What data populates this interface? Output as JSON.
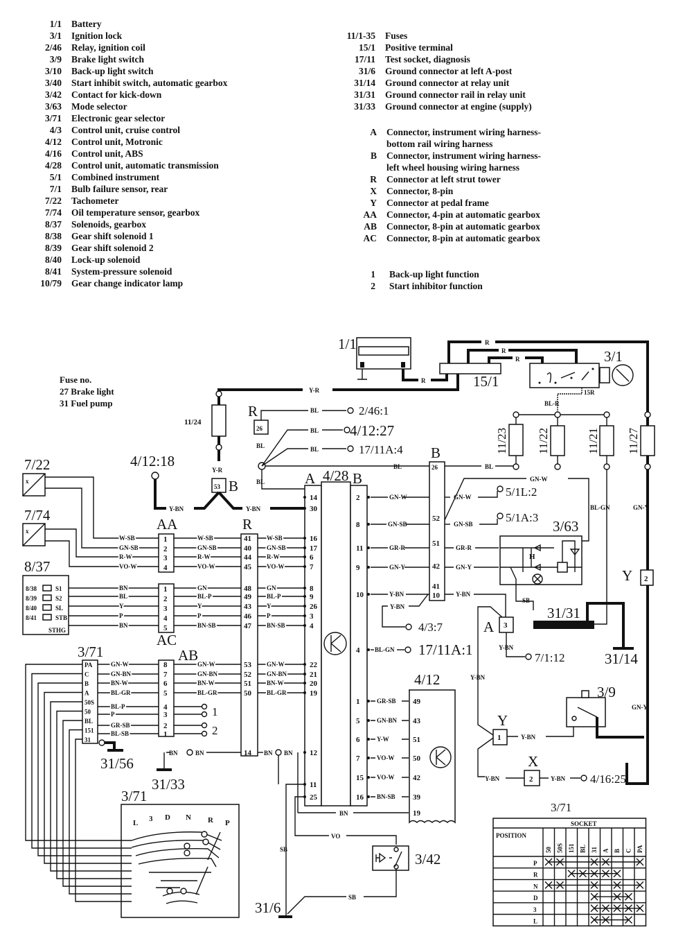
{
  "legend_components": [
    {
      "code": "1/1",
      "desc": "Battery"
    },
    {
      "code": "3/1",
      "desc": "Ignition lock"
    },
    {
      "code": "2/46",
      "desc": "Relay, ignition coil"
    },
    {
      "code": "3/9",
      "desc": "Brake light switch"
    },
    {
      "code": "3/10",
      "desc": "Back-up light switch"
    },
    {
      "code": "3/40",
      "desc": "Start inhibit switch, automatic gearbox"
    },
    {
      "code": "3/42",
      "desc": "Contact for kick-down"
    },
    {
      "code": "3/63",
      "desc": "Mode selector"
    },
    {
      "code": "3/71",
      "desc": "Electronic gear selector"
    },
    {
      "code": "4/3",
      "desc": "Control unit, cruise control"
    },
    {
      "code": "4/12",
      "desc": "Control unit, Motronic"
    },
    {
      "code": "4/16",
      "desc": "Control unit, ABS"
    },
    {
      "code": "4/28",
      "desc": "Control unit, automatic transmission"
    },
    {
      "code": "5/1",
      "desc": "Combined instrument"
    },
    {
      "code": "7/1",
      "desc": "Bulb failure sensor, rear"
    },
    {
      "code": "7/22",
      "desc": "Tachometer"
    },
    {
      "code": "7/74",
      "desc": "Oil temperature sensor, gearbox"
    },
    {
      "code": "8/37",
      "desc": "Solenoids, gearbox"
    },
    {
      "code": "8/38",
      "desc": "Gear shift solenoid 1"
    },
    {
      "code": "8/39",
      "desc": "Gear shift solenoid 2"
    },
    {
      "code": "8/40",
      "desc": "Lock-up solenoid"
    },
    {
      "code": "8/41",
      "desc": "System-pressure solenoid"
    },
    {
      "code": "10/79",
      "desc": "Gear change indicator lamp"
    }
  ],
  "legend_misc": [
    {
      "code": "11/1-35",
      "desc": "Fuses"
    },
    {
      "code": "15/1",
      "desc": "Positive terminal"
    },
    {
      "code": "17/11",
      "desc": "Test socket, diagnosis"
    },
    {
      "code": "31/6",
      "desc": "Ground connector at left A-post"
    },
    {
      "code": "31/14",
      "desc": "Ground connector at relay unit"
    },
    {
      "code": "31/31",
      "desc": "Ground connector rail in relay unit"
    },
    {
      "code": "31/33",
      "desc": "Ground connector at engine (supply)"
    }
  ],
  "legend_connectors": [
    {
      "code": "A",
      "desc": "Connector, instrument wiring harness-"
    },
    {
      "code": "",
      "desc": "bottom rail wiring harness"
    },
    {
      "code": "B",
      "desc": "Connector, instrument wiring harness-"
    },
    {
      "code": "",
      "desc": "left wheel housing wiring harness"
    },
    {
      "code": "R",
      "desc": "Connector at left strut tower"
    },
    {
      "code": "X",
      "desc": "Connector, 8-pin"
    },
    {
      "code": "Y",
      "desc": "Connector at pedal frame"
    },
    {
      "code": "AA",
      "desc": "Connector, 4-pin at automatic gearbox"
    },
    {
      "code": "AB",
      "desc": "Connector, 8-pin at automatic gearbox"
    },
    {
      "code": "AC",
      "desc": "Connector, 8-pin at automatic gearbox"
    }
  ],
  "legend_functions": [
    {
      "code": "1",
      "desc": "Back-up light function"
    },
    {
      "code": "2",
      "desc": "Start inhibitor function"
    }
  ],
  "fuse_note": {
    "title": "Fuse no.",
    "items": [
      "27  Brake light",
      "31  Fuel pump"
    ]
  },
  "diagram": {
    "components": {
      "battery": "1/1",
      "positive_terminal": "15/1",
      "ignition_lock": "3/1",
      "ignition_lock_terminal": "15R",
      "tachometer": "7/22",
      "oil_temp_sensor": "7/74",
      "solenoids": "8/37",
      "gear_selector": "3/71",
      "gear_selector_lower": "3/71",
      "tcu": "4/28",
      "tcu_conn_a": "A",
      "tcu_conn_b": "B",
      "motronic": "4/12",
      "mode_selector": "3/63",
      "mode_selector_h": "H",
      "brake_switch": "3/9",
      "kickdown": "3/42",
      "fuse_1124": "11/24",
      "fuse_1123": "11/23",
      "fuse_1122": "11/22",
      "fuse_1121": "11/21",
      "fuse_1127": "11/27",
      "ground_3156": "31/56",
      "ground_3133": "31/33",
      "ground_3131": "31/31",
      "ground_3114": "31/14",
      "ground_316": "31/6",
      "conn_aa": "AA",
      "conn_ac": "AC",
      "conn_ab": "AB",
      "conn_r": "R",
      "conn_r_top": "R",
      "conn_b_top": "B",
      "conn_b_mid": "B",
      "conn_y1": "Y",
      "conn_y2": "Y",
      "conn_x": "X",
      "conn_a": "A"
    },
    "terminals": {
      "t_24618": "4/12:18",
      "t_2461": "2/46:1",
      "t_41227": "4/12:27",
      "t_17114": "17/11A:4",
      "t_511l2": "5/1L:2",
      "t_511a3": "5/1A:3",
      "t_437": "4/3:7",
      "t_17111": "17/11A:1",
      "t_7112": "7/1:12",
      "t_41625": "4/16:25",
      "t_func1": "1",
      "t_func2": "2"
    },
    "wire_labels": {
      "yr": "Y-R",
      "r": "R",
      "bl": "BL",
      "blr": "BL-R",
      "ybn": "Y-BN",
      "gnw": "GN-W",
      "gnsb": "GN-SB",
      "grr": "GR-R",
      "gny": "GN-Y",
      "blgn": "BL-GN",
      "wsb": "W-SB",
      "rw": "R-W",
      "vow": "VO-W",
      "bn": "BN",
      "gn": "GN",
      "blp": "BL-P",
      "y": "Y",
      "p": "P",
      "bnsb": "BN-SB",
      "gnbn": "GN-BN",
      "bnw": "BN-W",
      "blgr": "BL-GR",
      "grsb": "GR-SB",
      "blsb": "BL-SB",
      "yw": "Y-W",
      "vo": "VO",
      "sb": "SB"
    },
    "solenoid_rows": [
      {
        "code": "8/38",
        "tag": "S1"
      },
      {
        "code": "8/39",
        "tag": "S2"
      },
      {
        "code": "8/40",
        "tag": "SL"
      },
      {
        "code": "8/41",
        "tag": "STB"
      }
    ],
    "solenoid_bottom": "STHG",
    "selector_pins": [
      "PA",
      "C",
      "B",
      "A",
      "50S",
      "50",
      "BL",
      "151",
      "31"
    ],
    "selector_positions": [
      "L",
      "3",
      "D",
      "N",
      "R",
      "P"
    ]
  },
  "socket_table": {
    "title": "3/71",
    "header": "SOCKET",
    "row_header": "POSITION",
    "columns": [
      "50",
      "50S",
      "151",
      "BL",
      "31",
      "A",
      "B",
      "C",
      "PA"
    ],
    "rows": [
      {
        "position": "P",
        "marks": [
          "50",
          "50S",
          "31",
          "A",
          "PA"
        ]
      },
      {
        "position": "R",
        "marks": [
          "151",
          "BL",
          "31",
          "A",
          "B"
        ]
      },
      {
        "position": "N",
        "marks": [
          "50",
          "50S",
          "31",
          "B",
          "PA"
        ]
      },
      {
        "position": "D",
        "marks": [
          "31",
          "B",
          "C"
        ]
      },
      {
        "position": "3",
        "marks": [
          "31",
          "A",
          "B",
          "C",
          "PA"
        ]
      },
      {
        "position": "L",
        "marks": [
          "31",
          "A",
          "C"
        ]
      }
    ]
  }
}
